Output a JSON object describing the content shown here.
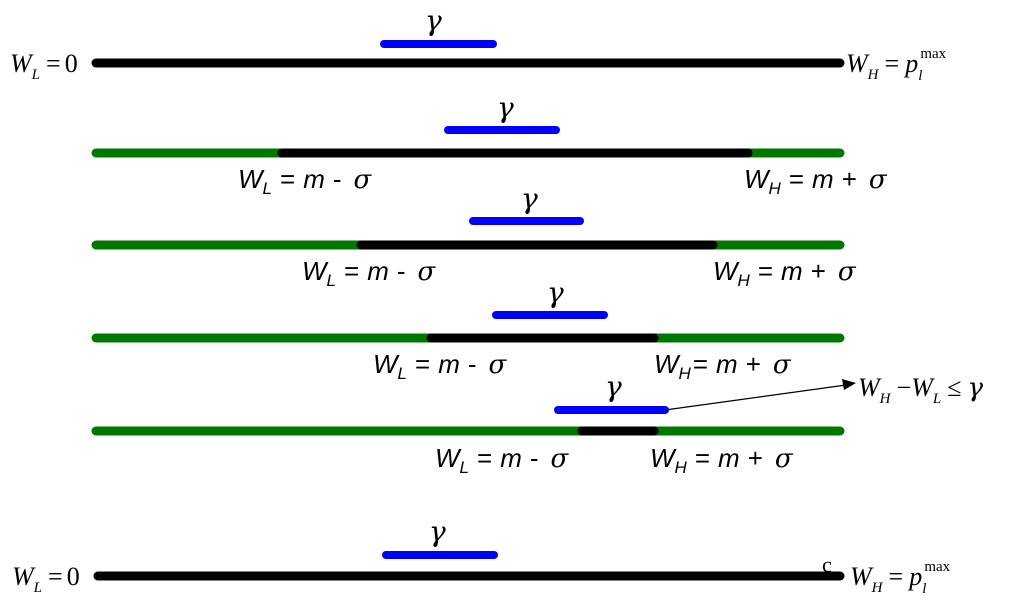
{
  "symbols": {
    "gamma": "γ",
    "sigma": "σ",
    "W": "W",
    "p": "p",
    "m": "m",
    "L": "L",
    "H": "H",
    "l": "l",
    "max": "max",
    "zero": "0",
    "eq": "=",
    "plus": "+",
    "minus": "-",
    "minus_op": "−",
    "le": "≤",
    "stray_mark": "c"
  },
  "colors": {
    "window_bar": "#0000ff",
    "inside_segment": "#000000",
    "outside_segment": "#007800",
    "text": "#000000"
  },
  "rows": [
    {
      "kind": "full",
      "window_position": 0.4,
      "left_bound": "0",
      "right_bound": "p_l^max"
    },
    {
      "kind": "interval",
      "window_position": 0.52,
      "inside_start": 0.25,
      "inside_end": 0.875
    },
    {
      "kind": "interval",
      "window_position": 0.55,
      "inside_start": 0.355,
      "inside_end": 0.83
    },
    {
      "kind": "interval",
      "window_position": 0.58,
      "inside_start": 0.45,
      "inside_end": 0.75
    },
    {
      "kind": "interval",
      "window_position": 0.63,
      "inside_start": 0.65,
      "inside_end": 0.75
    },
    {
      "kind": "full",
      "window_position": 0.4,
      "left_bound": "0",
      "right_bound": "p_l^max"
    }
  ],
  "callout": "W_H − W_L ≤ γ"
}
